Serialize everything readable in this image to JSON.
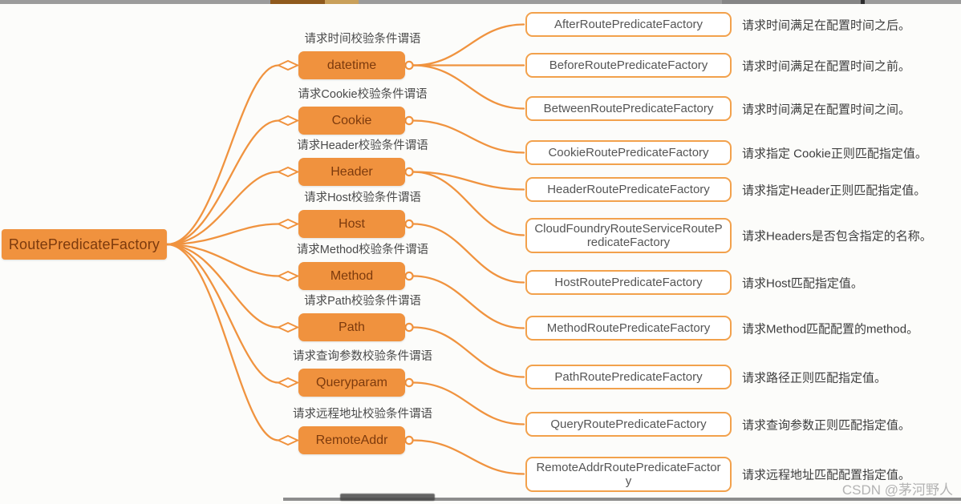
{
  "root": {
    "label": "RoutePredicateFactory"
  },
  "branches": [
    {
      "label": "datetime",
      "caption": "请求时间校验条件谓语",
      "children": [
        0,
        1,
        2
      ]
    },
    {
      "label": "Cookie",
      "caption": "请求Cookie校验条件谓语",
      "children": [
        3
      ]
    },
    {
      "label": "Header",
      "caption": "请求Header校验条件谓语",
      "children": [
        4,
        5
      ]
    },
    {
      "label": "Host",
      "caption": "请求Host校验条件谓语",
      "children": [
        6
      ]
    },
    {
      "label": "Method",
      "caption": "请求Method校验条件谓语",
      "children": [
        7
      ]
    },
    {
      "label": "Path",
      "caption": "请求Path校验条件谓语",
      "children": [
        8
      ]
    },
    {
      "label": "Queryparam",
      "caption": "请求查询参数校验条件谓语",
      "children": [
        9
      ]
    },
    {
      "label": "RemoteAddr",
      "caption": "请求远程地址校验条件谓语",
      "children": [
        10
      ]
    }
  ],
  "leaves": [
    {
      "label": "AfterRoutePredicateFactory",
      "desc": "请求时间满足在配置时间之后。"
    },
    {
      "label": "BeforeRoutePredicateFactory",
      "desc": "请求时间满足在配置时间之前。"
    },
    {
      "label": "BetweenRoutePredicateFactory",
      "desc": "请求时间满足在配置时间之间。"
    },
    {
      "label": "CookieRoutePredicateFactory",
      "desc": "请求指定 Cookie正则匹配指定值。"
    },
    {
      "label": "HeaderRoutePredicateFactory",
      "desc": "请求指定Header正则匹配指定值。"
    },
    {
      "label": "CloudFoundryRouteServiceRoutePredicateFactory",
      "desc": "请求Headers是否包含指定的名称。"
    },
    {
      "label": "HostRoutePredicateFactory",
      "desc": "请求Host匹配指定值。"
    },
    {
      "label": "MethodRoutePredicateFactory",
      "desc": "请求Method匹配配置的method。"
    },
    {
      "label": "PathRoutePredicateFactory",
      "desc": "请求路径正则匹配指定值。"
    },
    {
      "label": "QueryRoutePredicateFactory",
      "desc": "请求查询参数正则匹配指定值。"
    },
    {
      "label": "RemoteAddrRoutePredicateFactory",
      "desc": "请求远程地址匹配配置指定值。"
    }
  ],
  "watermark": "CSDN @茅河野人",
  "colors": {
    "accent": "#f0923e",
    "wire": "#f0933f",
    "leaf_border": "#f2a14c",
    "node_text": "#7c3a0d",
    "caption_text": "#4a4a4a",
    "desc_text": "#3d3d3d",
    "watermark_text": "#b3b3b3"
  }
}
